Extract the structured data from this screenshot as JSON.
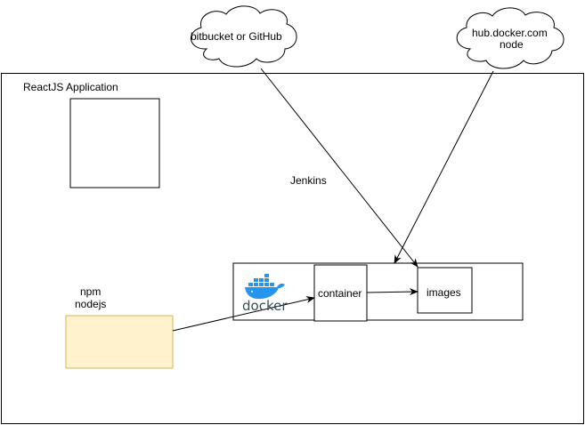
{
  "app": {
    "title": "ReactJS Application"
  },
  "clouds": {
    "source": {
      "label": "bitbucket or GitHub"
    },
    "registry": {
      "line1": "hub.docker.com",
      "line2": "node"
    }
  },
  "jenkins": {
    "label": "Jenkins"
  },
  "npm_box": {
    "line1": "npm",
    "line2": "nodejs"
  },
  "docker": {
    "logo_text": "docker",
    "container_label": "container",
    "images_label": "images"
  },
  "colors": {
    "stroke": "#000000",
    "npm_fill": "#fff2cc",
    "npm_stroke": "#d6b656",
    "docker_blue": "#2496ed",
    "docker_text": "#394d54"
  }
}
